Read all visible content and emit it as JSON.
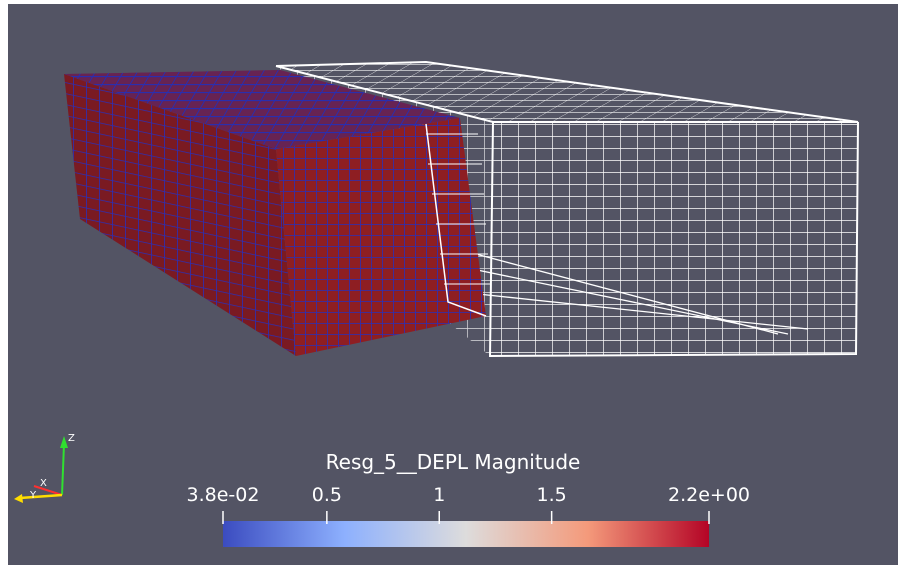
{
  "window": {
    "background": "#535464"
  },
  "scene": {
    "deformed_mesh_color": "#8e1e22",
    "deformed_mesh_edge_color": "#2a2fb8",
    "undeformed_wireframe_color": "#ffffff"
  },
  "color_legend": {
    "title": "Resg_5__DEPL Magnitude",
    "colormap": [
      "#3b4cc0",
      "#8db0fe",
      "#dddcdc",
      "#f49a7b",
      "#b40426"
    ],
    "range": [
      0.038,
      2.2
    ],
    "tick_labels": [
      {
        "label": "3.8e-02",
        "value": 0.038
      },
      {
        "label": "0.5",
        "value": 0.5
      },
      {
        "label": "1",
        "value": 1.0
      },
      {
        "label": "1.5",
        "value": 1.5
      },
      {
        "label": "2.2e+00",
        "value": 2.2
      }
    ]
  },
  "orientation_axes": {
    "x_label": "X",
    "y_label": "Y",
    "z_label": "Z",
    "x_color": "#ff3030",
    "y_color": "#ffdd00",
    "z_color": "#30e030"
  }
}
